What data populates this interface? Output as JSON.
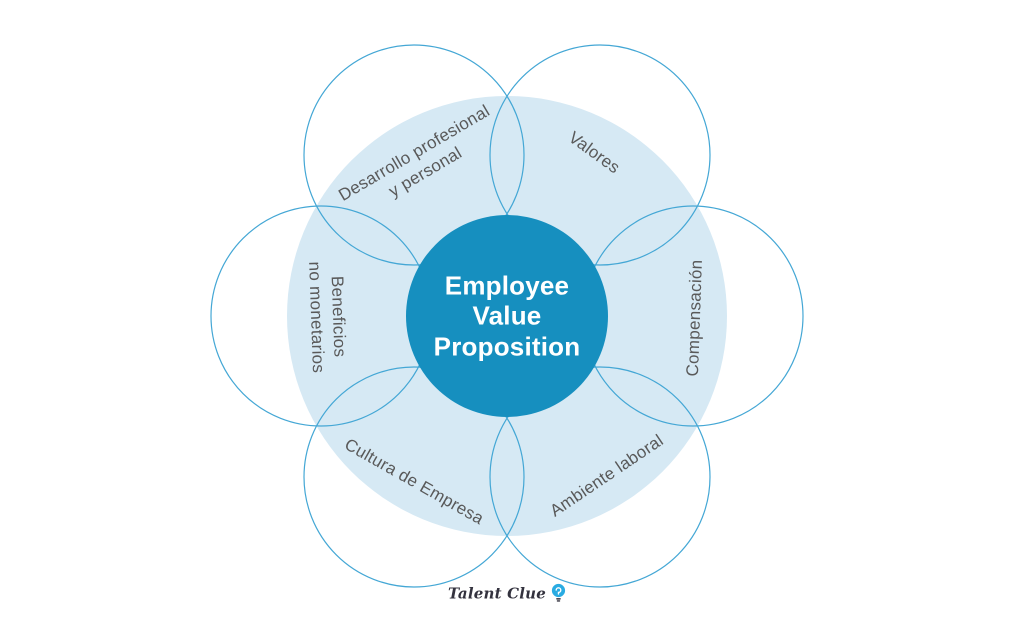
{
  "diagram": {
    "center_title": "Employee\nValue\nProposition",
    "petals": [
      {
        "label": "Desarrollo profesional\ny personal"
      },
      {
        "label": "Valores"
      },
      {
        "label": "Compensación"
      },
      {
        "label": "Ambiente laboral"
      },
      {
        "label": "Cultura de Empresa"
      },
      {
        "label": "Beneficios\nno monetarios"
      }
    ],
    "colors": {
      "center_fill": "#168FBF",
      "halo_fill": "#D6E9F4",
      "ring_stroke": "#44A7D5",
      "label_text": "#595959"
    }
  },
  "footer": {
    "brand": "Talent Clue",
    "icon": "lightbulb-icon",
    "bulb_color": "#29ABE2",
    "text_color": "#33323E"
  }
}
